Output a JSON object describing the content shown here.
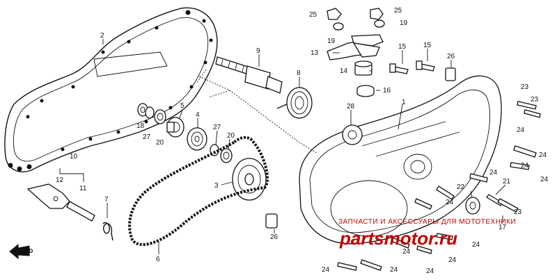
{
  "labels": {
    "p1": "1",
    "p2": "2",
    "p3": "3",
    "p4": "4",
    "p5": "5",
    "p6": "6",
    "p7": "7",
    "p8": "8",
    "p9": "9",
    "p10": "10",
    "p11": "11",
    "p12": "12",
    "p13": "13",
    "p14": "14",
    "p15a": "15",
    "p15b": "15",
    "p16": "16",
    "p17": "17",
    "p18": "18",
    "p19a": "19",
    "p19b": "19",
    "p20a": "20",
    "p20b": "20",
    "p21": "21",
    "p22": "22",
    "p23a": "23",
    "p23b": "23",
    "p23c": "23",
    "p24a": "24",
    "p24b": "24",
    "p24c": "24",
    "p24d": "24",
    "p24e": "24",
    "p24f": "24",
    "p24g": "24",
    "p24h": "24",
    "p24i": "24",
    "p24j": "24",
    "p24k": "24",
    "p25a": "25",
    "p25b": "25",
    "p26a": "26",
    "p26b": "26",
    "p27a": "27",
    "p27b": "27",
    "p28": "28"
  },
  "direction_marker": "FWD",
  "watermark": {
    "text": "ЗАПЧАСТИ И АКСЕССУАРЫ ДЛЯ МОТОТЕХНИКИ",
    "logo": "partsmotor.ru",
    "color": "#c40000"
  }
}
